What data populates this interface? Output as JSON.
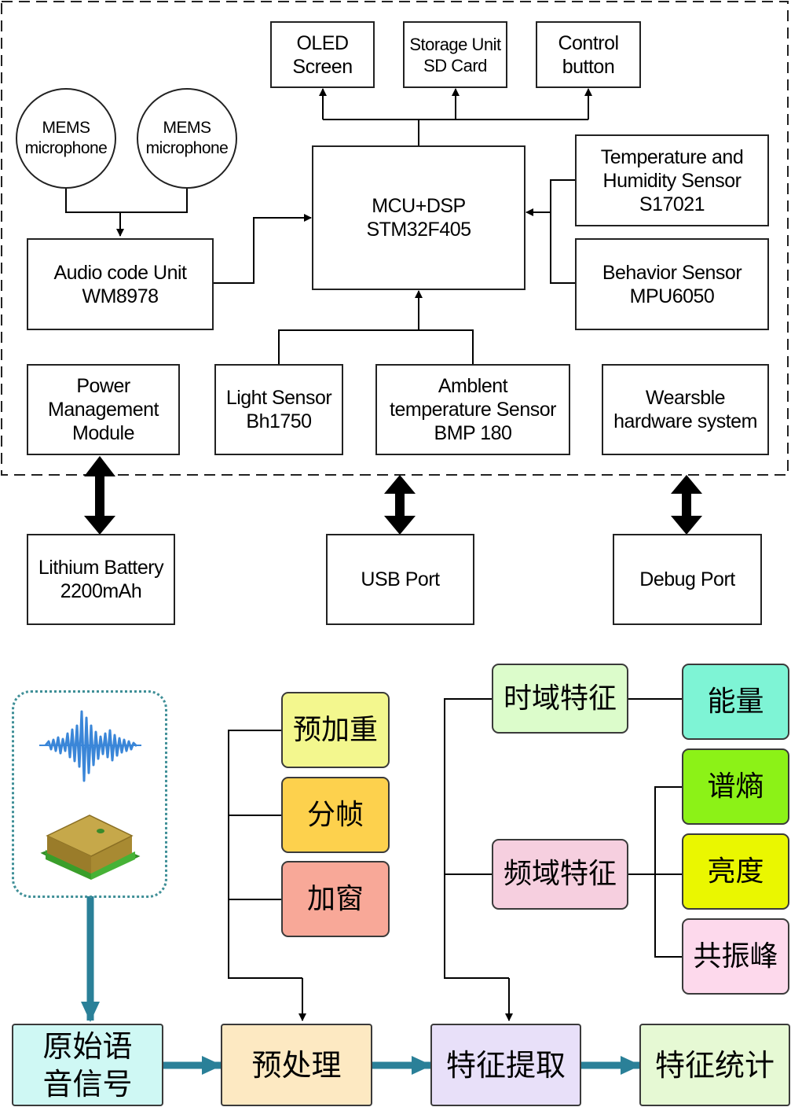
{
  "hardware": {
    "mems_mic_1": "MEMS\nmicrophone",
    "mems_mic_2": "MEMS\nmicrophone",
    "oled": "OLED\nScreen",
    "storage": "Storage Unit\nSD Card",
    "control": "Control\nbutton",
    "mcu": "MCU+DSP\nSTM32F405",
    "temp_humidity": "Temperature and\nHumidity Sensor\nS17021",
    "behavior": "Behavior Sensor\nMPU6050",
    "audio_codec": "Audio code Unit\nWM8978",
    "power": "Power\nManagement\nModule",
    "light": "Light Sensor\nBh1750",
    "ambient": "Amblent\ntemperature Sensor\nBMP 180",
    "wearable": "Wearsble\nhardware system",
    "battery": "Lithium Battery\n2200mAh",
    "usb": "USB Port",
    "debug": "Debug Port"
  },
  "pipeline": {
    "raw_signal": "原始语\n音信号",
    "preprocess": "预处理",
    "feature_extract": "特征提取",
    "feature_stats": "特征统计",
    "pre_emphasis": "预加重",
    "framing": "分帧",
    "windowing": "加窗",
    "time_domain": "时域特征",
    "freq_domain": "频域特征",
    "energy": "能量",
    "spectral_entropy": "谱熵",
    "brightness": "亮度",
    "formant": "共振峰"
  },
  "colors": {
    "pre_emphasis": "#f3f78e",
    "framing": "#fdd14d",
    "windowing": "#f8a898",
    "time_domain": "#dcfccb",
    "freq_domain": "#f6cfdf",
    "energy": "#7ef4d5",
    "spectral_entropy": "#8cf217",
    "brightness": "#eaf700",
    "formant": "#fdd9ec",
    "raw_signal": "#cff8f4",
    "preprocess": "#fde9c2",
    "feature_extract": "#e8e0f9",
    "feature_stats": "#e6f9d4",
    "flow_arrow": "#2a8098",
    "waveform": "#3a86d8",
    "chip_body": "#b89a3e",
    "chip_base": "#5cc24a"
  },
  "icons": [
    "audio-waveform-icon",
    "mems-chip-icon"
  ]
}
